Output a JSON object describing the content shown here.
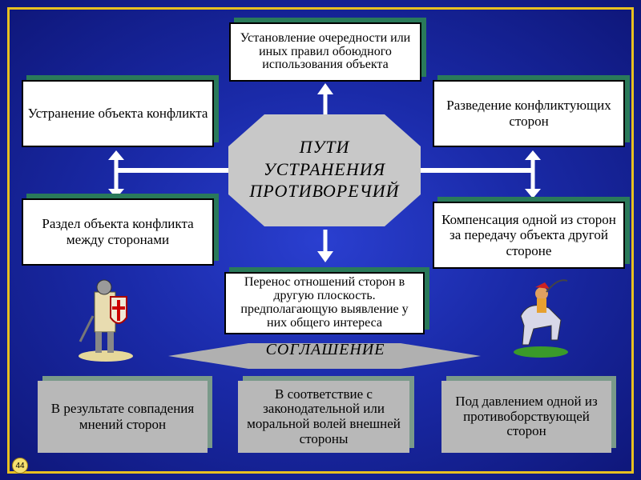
{
  "center": {
    "lines": [
      "ПУТИ",
      "УСТРАНЕНИЯ",
      "ПРОТИВОРЕЧИЙ"
    ]
  },
  "boxes": {
    "top": "Установление очередности или иных правил обоюдного использования объекта",
    "left_top": "Устранение объекта конфликта",
    "right_top": "Разведение конфликтующих сторон",
    "left_bottom": "Раздел объекта конфликта между сторонами",
    "right_bottom": "Компенсация одной из сторон за передачу объекта другой стороне",
    "bottom": "Перенос отношений сторон в другую плоскость. предполагающую выявление у них общего интереса"
  },
  "agreement": "СОГЛАШЕНИЕ",
  "outcomes": [
    "В результате совпадения мнений сторон",
    "В соответствие с законодательной или моральной волей внешней стороны",
    "Под давлением одной из противоборствующей сторон"
  ],
  "page_number": "44",
  "colors": {
    "background": "#1a2aa8",
    "frame": "#e8c020",
    "box_shadow": "#2a7a5a"
  }
}
